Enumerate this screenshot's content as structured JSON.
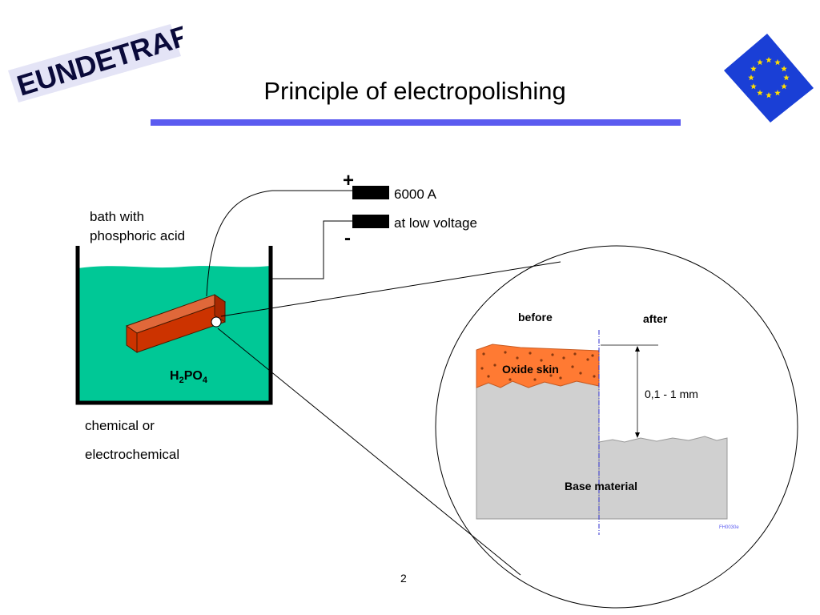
{
  "header": {
    "title": "Principle of electropolishing",
    "logo_text": "EUNDETRAF"
  },
  "left": {
    "bath_label_line1": "bath with",
    "bath_label_line2": "phosphoric acid",
    "formula_h": "H",
    "formula_sub1": "2",
    "formula_po": "PO",
    "formula_sub2": "4",
    "method_line1": "chemical or",
    "method_line2": "electrochemical"
  },
  "power": {
    "plus": "+",
    "minus": "-",
    "current": "6000 A",
    "voltage": "at low voltage"
  },
  "detail": {
    "before": "before",
    "after": "after",
    "oxide": "Oxide skin",
    "base": "Base material",
    "thickness": "0,1 - 1 mm",
    "code": "FH0030e"
  },
  "footer": {
    "page_number": "2"
  },
  "colors": {
    "liquid": "#00c896",
    "workpiece": "#cc3300",
    "oxide": "#ff7a33",
    "base": "#d0d0d0",
    "rule": "#5b5bf0",
    "eu_blue": "#1a3fd6",
    "eu_star": "#ffdd00"
  }
}
